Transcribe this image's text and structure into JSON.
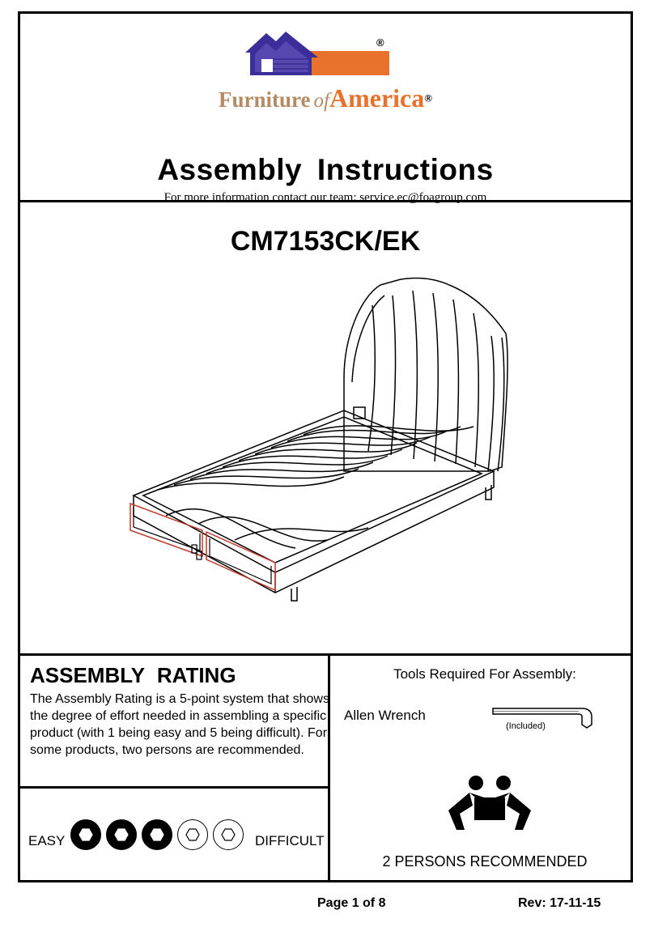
{
  "brand": {
    "word1": "Furniture",
    "word2": "of",
    "word3": "America",
    "reg_mark": "®",
    "colors": {
      "house_blue": "#3b2e9a",
      "house_orange": "#e8722b",
      "text_tan": "#b28a63"
    }
  },
  "header": {
    "title": "Assembly  Instructions",
    "contact": "For more information contact our team: service.ec@foagroup.com"
  },
  "product": {
    "model": "CM7153CK/EK"
  },
  "rating": {
    "heading": "ASSEMBLY  RATING",
    "description": "The Assembly Rating is a 5-point system that shows the degree of effort needed in assembling a specific product (with 1 being easy and 5 being difficult).  For some products, two persons are recommended.",
    "easy_label": "EASY",
    "difficult_label": "DIFFICULT",
    "level": 3,
    "max": 5
  },
  "tools": {
    "heading": "Tools Required For Assembly:",
    "tool_name": "Allen Wrench",
    "tool_note": "(Included)",
    "persons_label": "2 PERSONS RECOMMENDED"
  },
  "footer": {
    "page": "Page 1 of  8",
    "revision": "Rev: 17-11-15"
  }
}
